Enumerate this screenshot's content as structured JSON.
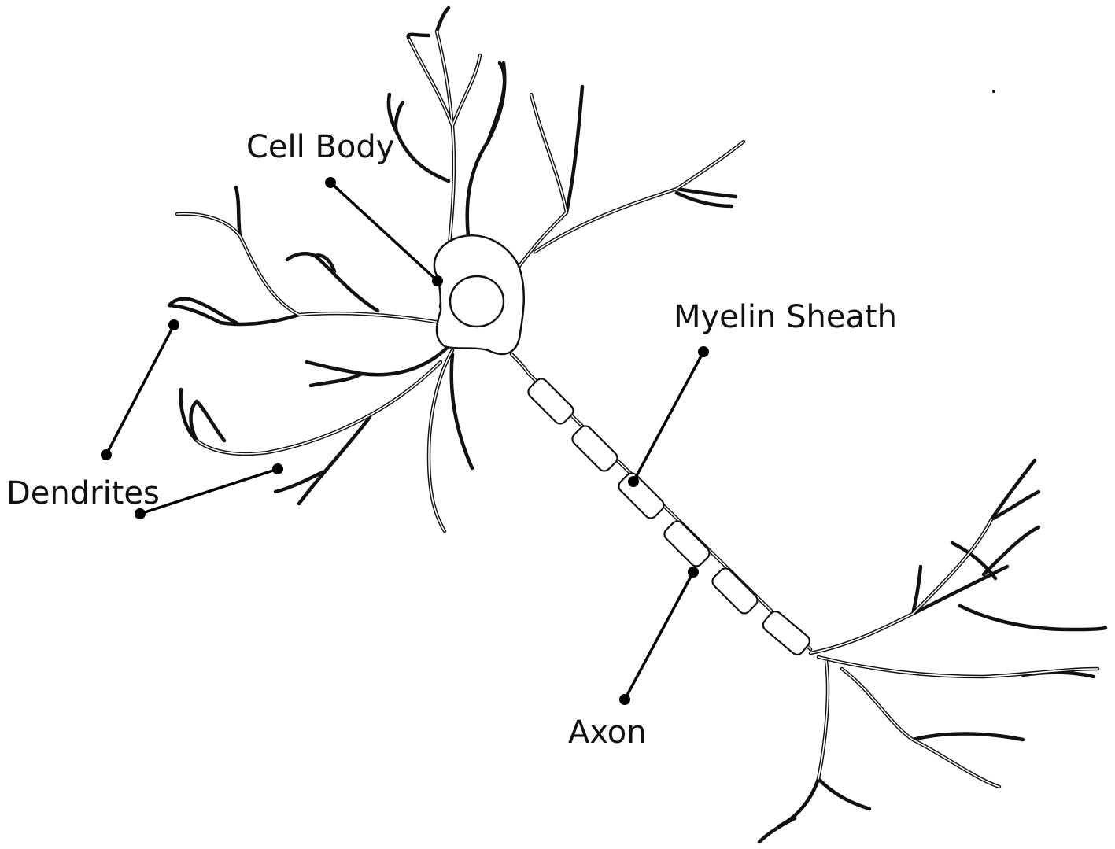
{
  "diagram": {
    "labels": {
      "cell_body": "Cell Body",
      "myelin_sheath": "Myelin Sheath",
      "dendrites": "Dendrites",
      "axon": "Axon",
      "stray_mark": "."
    }
  }
}
